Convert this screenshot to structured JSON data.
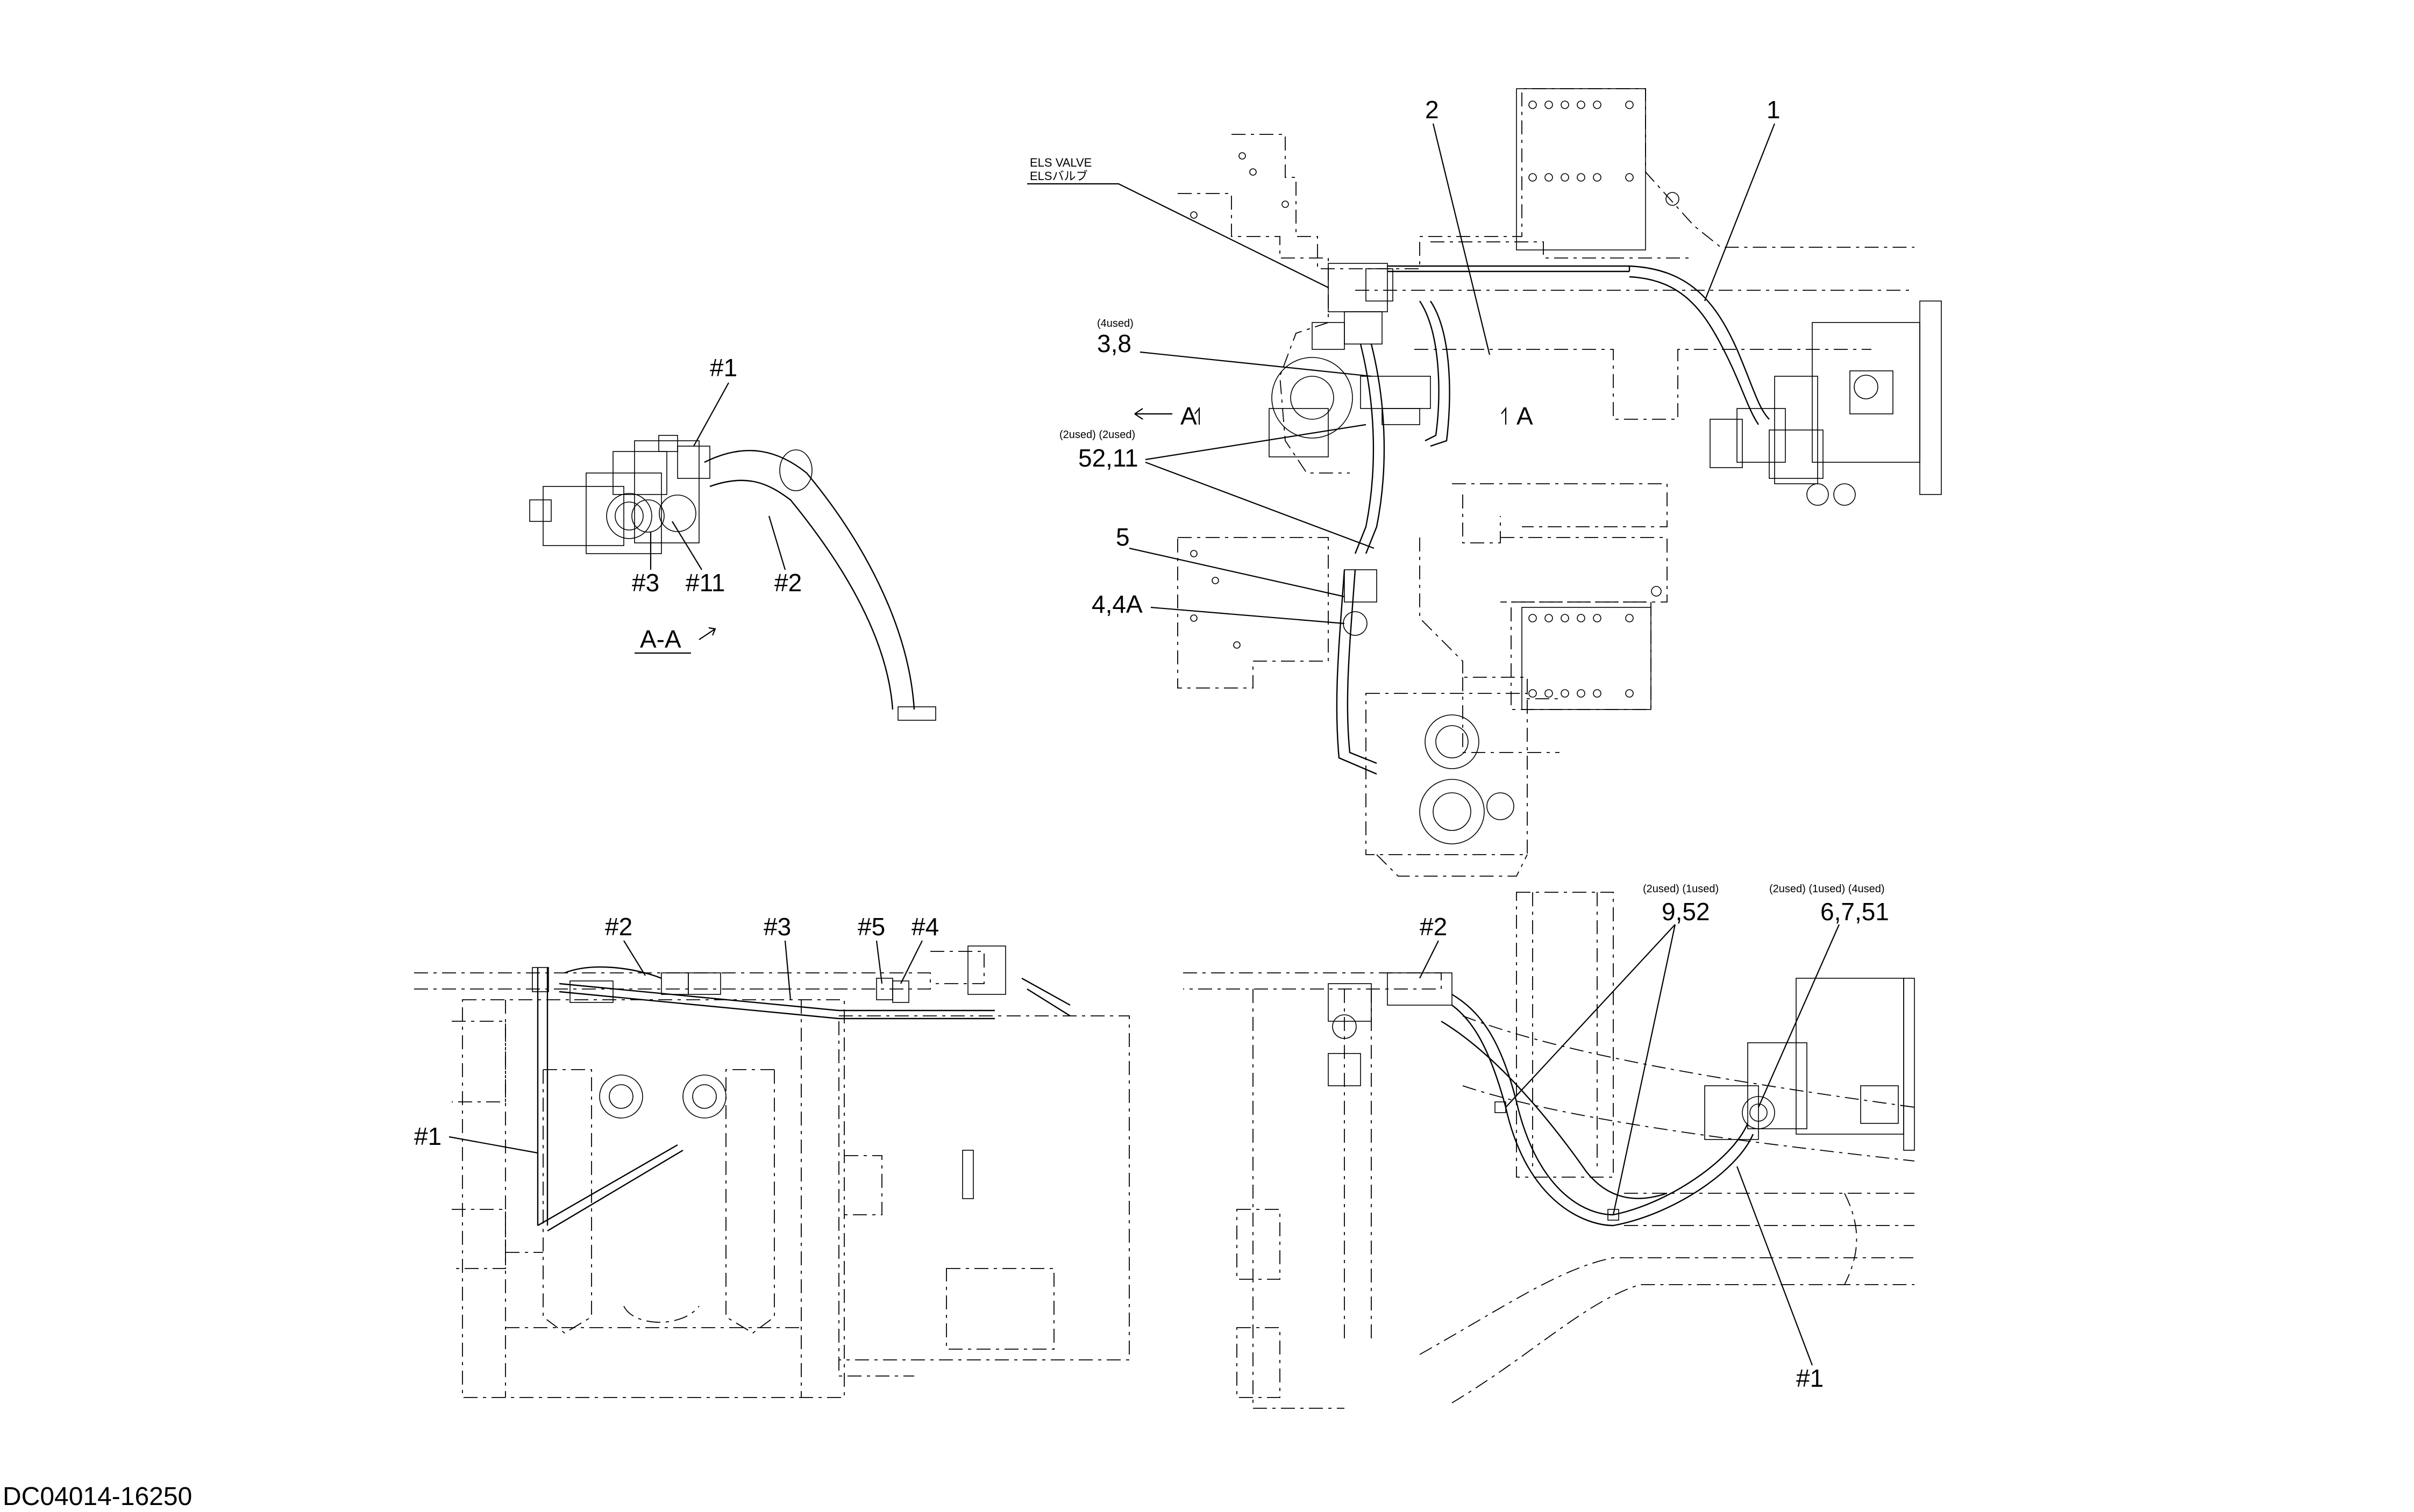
{
  "drawing_code": "DC04014-16250",
  "section_view": {
    "title": "A-A",
    "callouts": [
      "#1",
      "#3",
      "#11",
      "#2"
    ]
  },
  "top_view": {
    "valve_label_line1": "ELS VALVE",
    "valve_label_line2": "ELSバルブ",
    "section_marker_left": "A",
    "section_marker_right": "A",
    "callouts": {
      "part_2": "2",
      "part_1": "1",
      "qty_3_8": "(4used)",
      "part_3_8": "3,8",
      "qty_52_11": "(2used) (2used)",
      "part_52_11": "52,11",
      "part_5": "5",
      "part_4_4a": "4,4A"
    }
  },
  "side_view_left": {
    "callouts": [
      "#2",
      "#3",
      "#5",
      "#4",
      "#1"
    ]
  },
  "side_view_right": {
    "callouts": {
      "hash_2": "#2",
      "qty_9_52": "(2used) (1used)",
      "part_9_52": "9,52",
      "qty_6_7_51": "(2used) (1used) (4used)",
      "part_6_7_51": "6,7,51",
      "hash_1": "#1"
    }
  }
}
